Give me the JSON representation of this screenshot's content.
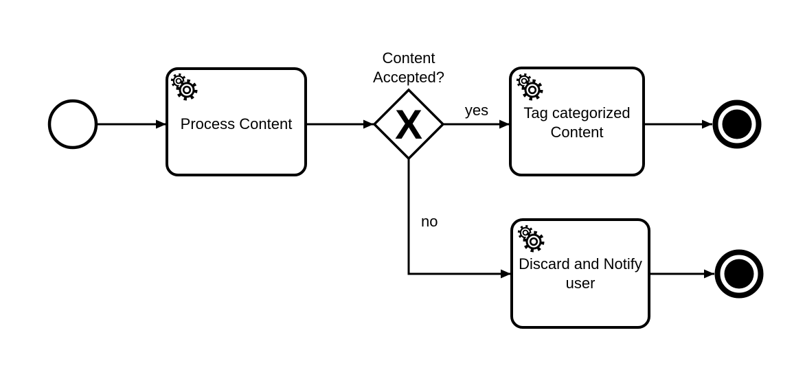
{
  "diagram": {
    "kind": "bpmn-process-diagram",
    "colors": {
      "stroke": "#000000",
      "shape_fill": "#ffffff",
      "text": "#000000",
      "background": "#ffffff"
    },
    "start_event": {
      "type": "start-event"
    },
    "tasks": {
      "process": {
        "type": "service-task",
        "icon": "service-gears-icon",
        "line1": "Process Content"
      },
      "tag": {
        "type": "service-task",
        "icon": "service-gears-icon",
        "line1": "Tag categorized",
        "line2": "Content"
      },
      "discard": {
        "type": "service-task",
        "icon": "service-gears-icon",
        "line1": "Discard and Notify",
        "line2": "user"
      }
    },
    "gateway": {
      "type": "exclusive-gateway",
      "marker": "X",
      "label_line1": "Content",
      "label_line2": "Accepted?"
    },
    "flows": {
      "yes_label": "yes",
      "no_label": "no"
    },
    "end_events": {
      "type": "end-event"
    }
  }
}
